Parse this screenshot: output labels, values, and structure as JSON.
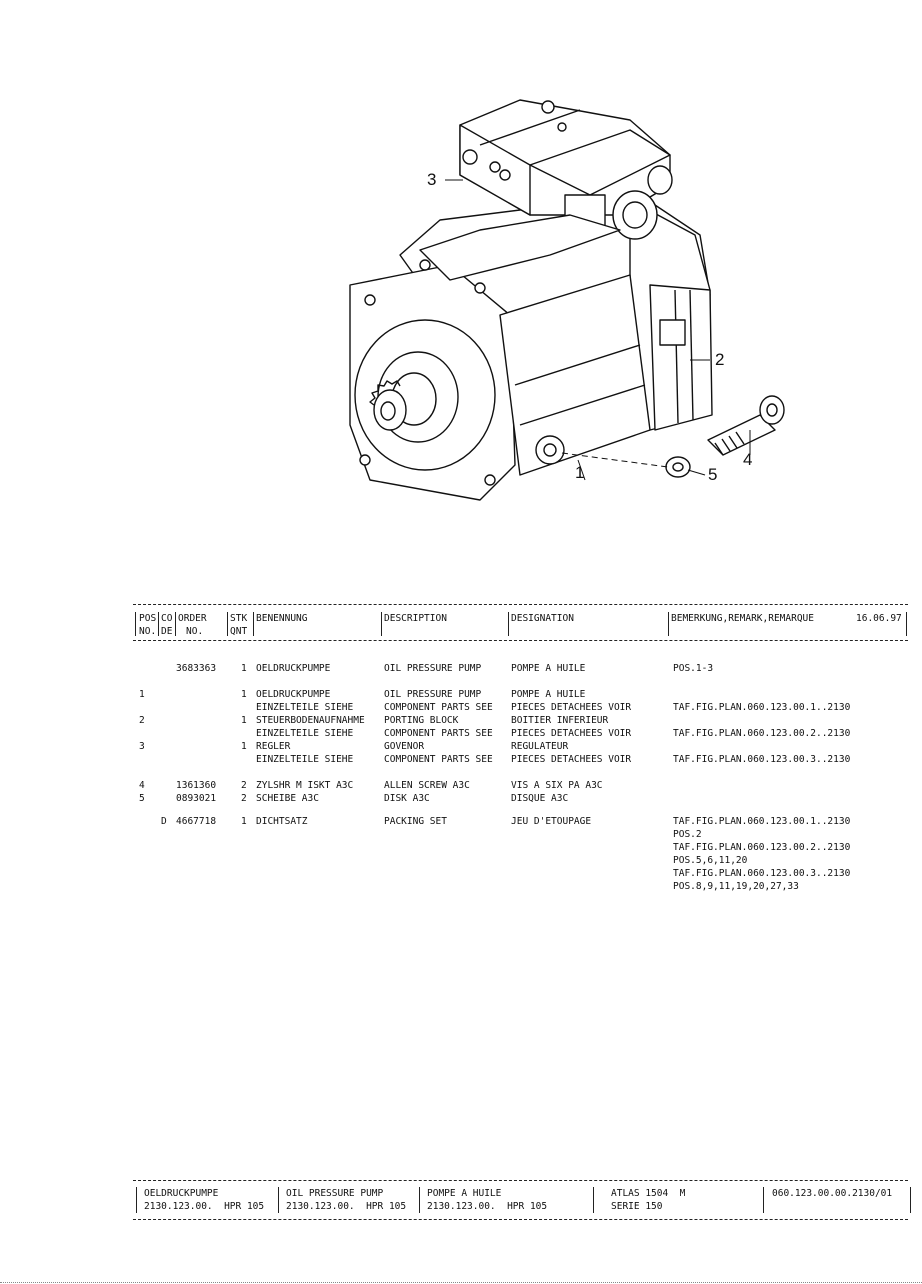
{
  "callouts": [
    "3",
    "2",
    "1",
    "4",
    "5"
  ],
  "table_header": {
    "pos_no": [
      "POS",
      "NO."
    ],
    "code": [
      "CO",
      "DE"
    ],
    "order_no": [
      "ORDER",
      "NO."
    ],
    "qty": [
      "STK",
      "QNT"
    ],
    "benennung": "BENENNUNG",
    "description": "DESCRIPTION",
    "designation": "DESIGNATION",
    "remark": "BEMERKUNG,REMARK,REMARQUE",
    "date": "16.06.97"
  },
  "rows": [
    {
      "pos": "",
      "code": "",
      "order": "3683363",
      "qty": "1",
      "name": "OELDRUCKPUMPE",
      "desc": "OIL PRESSURE PUMP",
      "desig": "POMPE A HUILE",
      "remark": "POS.1-3"
    },
    {
      "pos": "1",
      "code": "",
      "order": "",
      "qty": "1",
      "name": "OELDRUCKPUMPE",
      "desc": "OIL PRESSURE PUMP",
      "desig": "POMPE A HUILE",
      "remark": ""
    },
    {
      "pos": "",
      "code": "",
      "order": "",
      "qty": "",
      "name": "EINZELTEILE SIEHE",
      "desc": "COMPONENT PARTS SEE",
      "desig": "PIECES DETACHEES VOIR",
      "remark": "TAF.FIG.PLAN.060.123.00.1..2130"
    },
    {
      "pos": "2",
      "code": "",
      "order": "",
      "qty": "1",
      "name": "STEUERBODENAUFNAHME",
      "desc": "PORTING BLOCK",
      "desig": "BOITIER INFERIEUR",
      "remark": ""
    },
    {
      "pos": "",
      "code": "",
      "order": "",
      "qty": "",
      "name": "EINZELTEILE SIEHE",
      "desc": "COMPONENT PARTS SEE",
      "desig": "PIECES DETACHEES VOIR",
      "remark": "TAF.FIG.PLAN.060.123.00.2..2130"
    },
    {
      "pos": "3",
      "code": "",
      "order": "",
      "qty": "1",
      "name": "REGLER",
      "desc": "GOVENOR",
      "desig": "REGULATEUR",
      "remark": ""
    },
    {
      "pos": "",
      "code": "",
      "order": "",
      "qty": "",
      "name": "EINZELTEILE SIEHE",
      "desc": "COMPONENT PARTS SEE",
      "desig": "PIECES DETACHEES VOIR",
      "remark": "TAF.FIG.PLAN.060.123.00.3..2130"
    },
    {
      "pos": "4",
      "code": "",
      "order": "1361360",
      "qty": "2",
      "name": "ZYLSHR M ISKT A3C",
      "desc": "ALLEN SCREW A3C",
      "desig": "VIS A SIX PA A3C",
      "remark": ""
    },
    {
      "pos": "5",
      "code": "",
      "order": "0893021",
      "qty": "2",
      "name": "SCHEIBE A3C",
      "desc": "DISK A3C",
      "desig": "DISQUE A3C",
      "remark": ""
    },
    {
      "pos": "",
      "code": "D",
      "order": "4667718",
      "qty": "1",
      "name": "DICHTSATZ",
      "desc": "PACKING SET",
      "desig": "JEU D'ETOUPAGE",
      "remark": "TAF.FIG.PLAN.060.123.00.1..2130"
    },
    {
      "pos": "",
      "code": "",
      "order": "",
      "qty": "",
      "name": "",
      "desc": "",
      "desig": "",
      "remark": "POS.2"
    },
    {
      "pos": "",
      "code": "",
      "order": "",
      "qty": "",
      "name": "",
      "desc": "",
      "desig": "",
      "remark": "TAF.FIG.PLAN.060.123.00.2..2130"
    },
    {
      "pos": "",
      "code": "",
      "order": "",
      "qty": "",
      "name": "",
      "desc": "",
      "desig": "",
      "remark": "POS.5,6,11,20"
    },
    {
      "pos": "",
      "code": "",
      "order": "",
      "qty": "",
      "name": "",
      "desc": "",
      "desig": "",
      "remark": "TAF.FIG.PLAN.060.123.00.3..2130"
    },
    {
      "pos": "",
      "code": "",
      "order": "",
      "qty": "",
      "name": "",
      "desc": "",
      "desig": "",
      "remark": "POS.8,9,11,19,20,27,33"
    }
  ],
  "footer": {
    "name_de": "OELDRUCKPUMPE",
    "code_de": "2130.123.00.  HPR 105",
    "name_en": "OIL PRESSURE PUMP",
    "code_en": "2130.123.00.  HPR 105",
    "name_fr": "POMPE A HUILE",
    "code_fr": "2130.123.00.  HPR 105",
    "model": "ATLAS 1504  M",
    "series": "SERIE 150",
    "plan_no": "060.123.00.00.2130/01"
  }
}
